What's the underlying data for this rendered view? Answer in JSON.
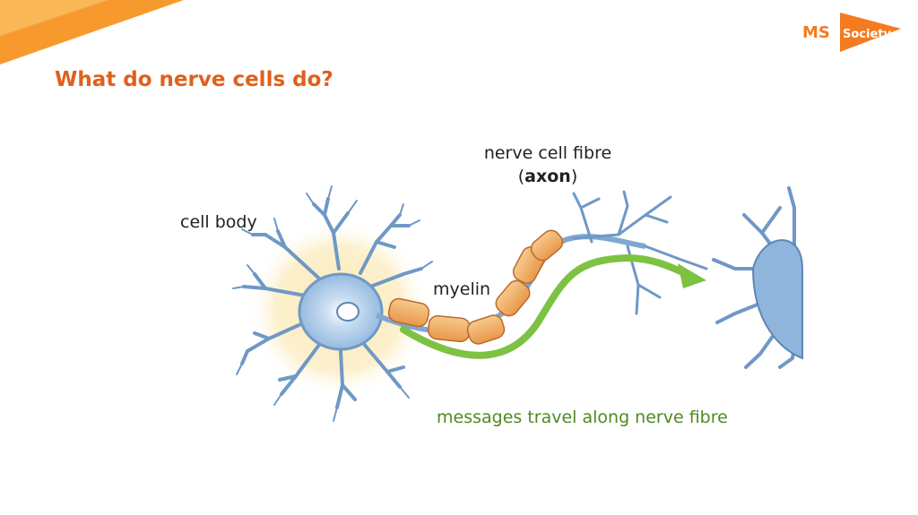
{
  "slide": {
    "title": "What do nerve cells do?",
    "logo": {
      "text_a": "MS",
      "text_b": "Society",
      "color": "#F47B20"
    }
  },
  "diagram": {
    "labels": {
      "axon_line1": "nerve cell fibre",
      "axon_open": "(",
      "axon_term": "axon",
      "axon_close": ")",
      "cell_body": "cell body",
      "myelin": "myelin",
      "messages": "messages travel along nerve fibre"
    },
    "colors": {
      "accent": "#E0601B",
      "neuron_fill": "#9FC3E6",
      "neuron_stroke": "#5E86B4",
      "myelin": "#F2B46B",
      "arrow": "#7DC242",
      "message_text": "#4E8A1F"
    }
  }
}
